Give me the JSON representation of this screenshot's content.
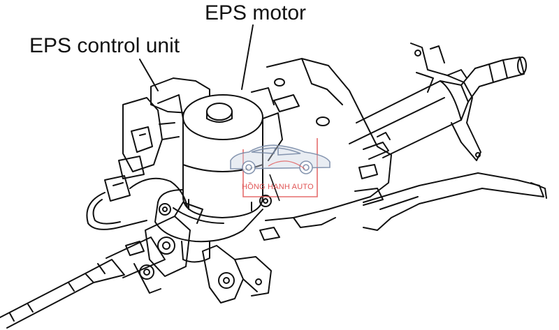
{
  "labels": {
    "eps_motor": "EPS motor",
    "eps_control_unit": "EPS control unit"
  },
  "watermark": {
    "text": "HỒNG HẠNH AUTO",
    "color": "#e05555"
  },
  "colors": {
    "line": "#111111",
    "background": "#ffffff"
  }
}
